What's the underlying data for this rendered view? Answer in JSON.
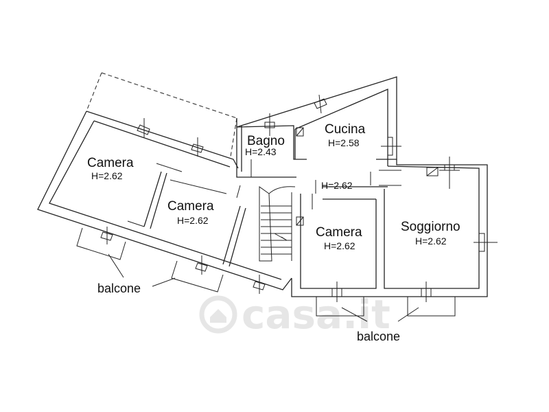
{
  "rooms": [
    {
      "name": "Camera",
      "height": "H=2.62"
    },
    {
      "name": "Camera",
      "height": "H=2.62"
    },
    {
      "name": "Bagno",
      "height": "H=2.43"
    },
    {
      "name": "Cucina",
      "height": "H=2.58"
    },
    {
      "name": "Camera",
      "height": "H=2.62"
    },
    {
      "name": "Soggiorno",
      "height": "H=2.62"
    }
  ],
  "corridor_height": "H=2.62",
  "balcony_labels": [
    "balcone",
    "balcone"
  ],
  "watermark": "casa.it"
}
